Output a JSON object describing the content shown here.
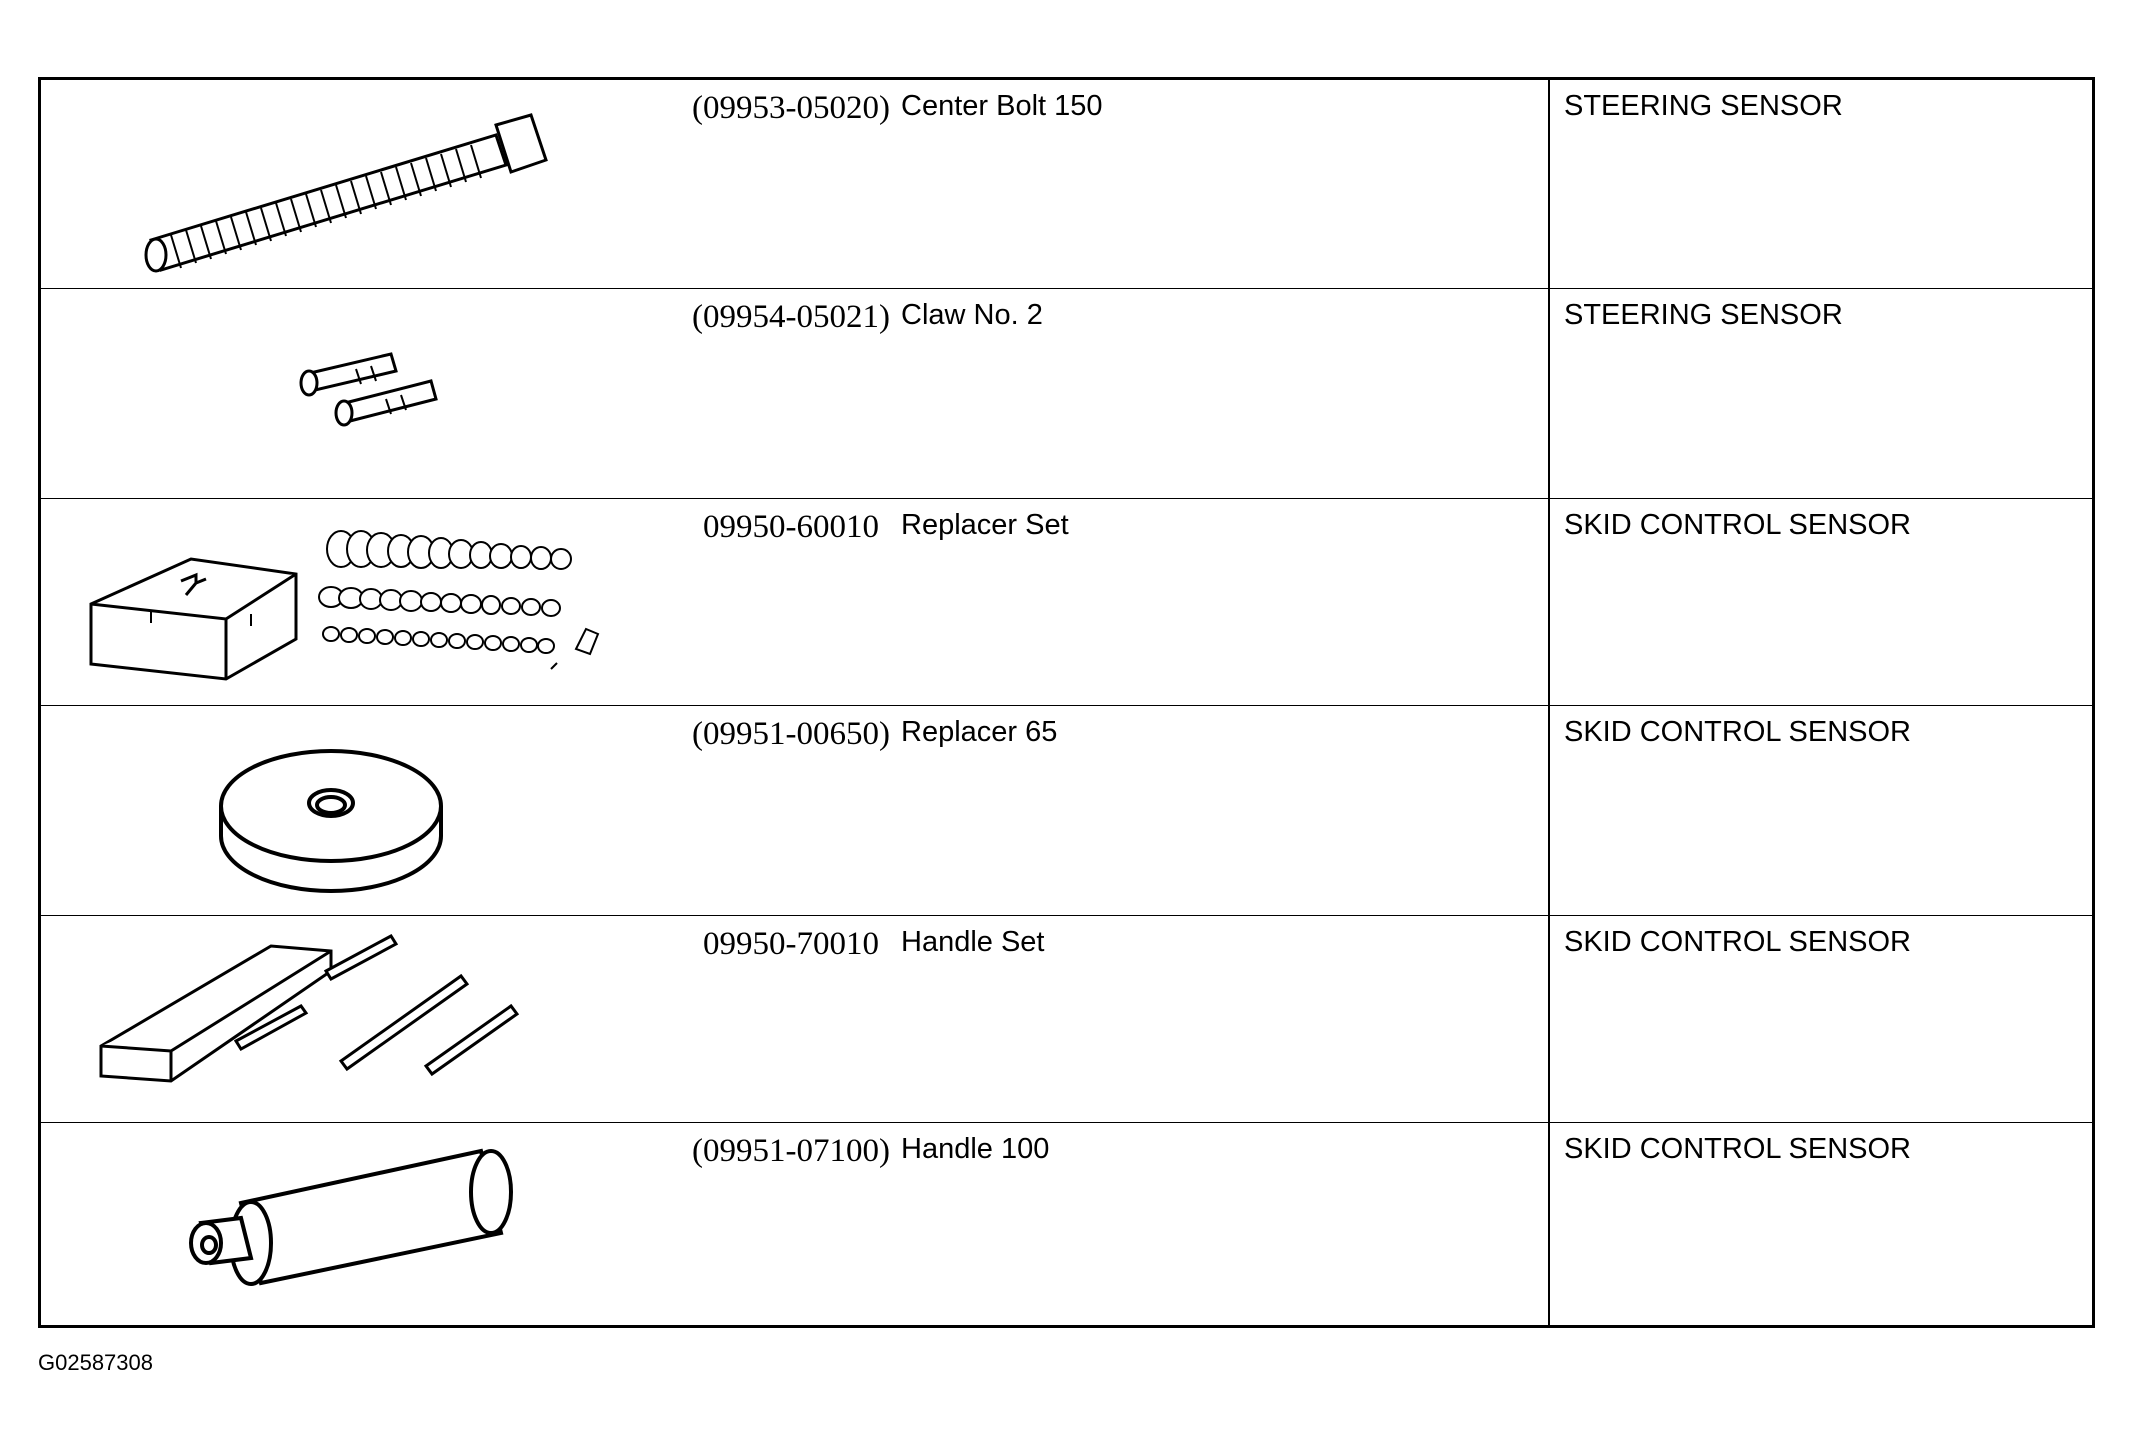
{
  "tools": [
    {
      "part_no": "(09953-05020)",
      "name": "Center Bolt 150",
      "usage": "STEERING SENSOR",
      "icon": "center-bolt-icon"
    },
    {
      "part_no": "(09954-05021)",
      "name": "Claw No. 2",
      "usage": "STEERING SENSOR",
      "icon": "claw-icon"
    },
    {
      "part_no": "09950-60010",
      "name": "Replacer Set",
      "usage": "SKID CONTROL SENSOR",
      "icon": "replacer-set-icon"
    },
    {
      "part_no": "(09951-00650)",
      "name": "Replacer 65",
      "usage": "SKID CONTROL SENSOR",
      "icon": "replacer-disc-icon"
    },
    {
      "part_no": "09950-70010",
      "name": "Handle Set",
      "usage": "SKID CONTROL SENSOR",
      "icon": "handle-set-icon"
    },
    {
      "part_no": "(09951-07100)",
      "name": "Handle 100",
      "usage": "SKID CONTROL SENSOR",
      "icon": "handle-icon"
    }
  ],
  "figure_code": "G02587308"
}
